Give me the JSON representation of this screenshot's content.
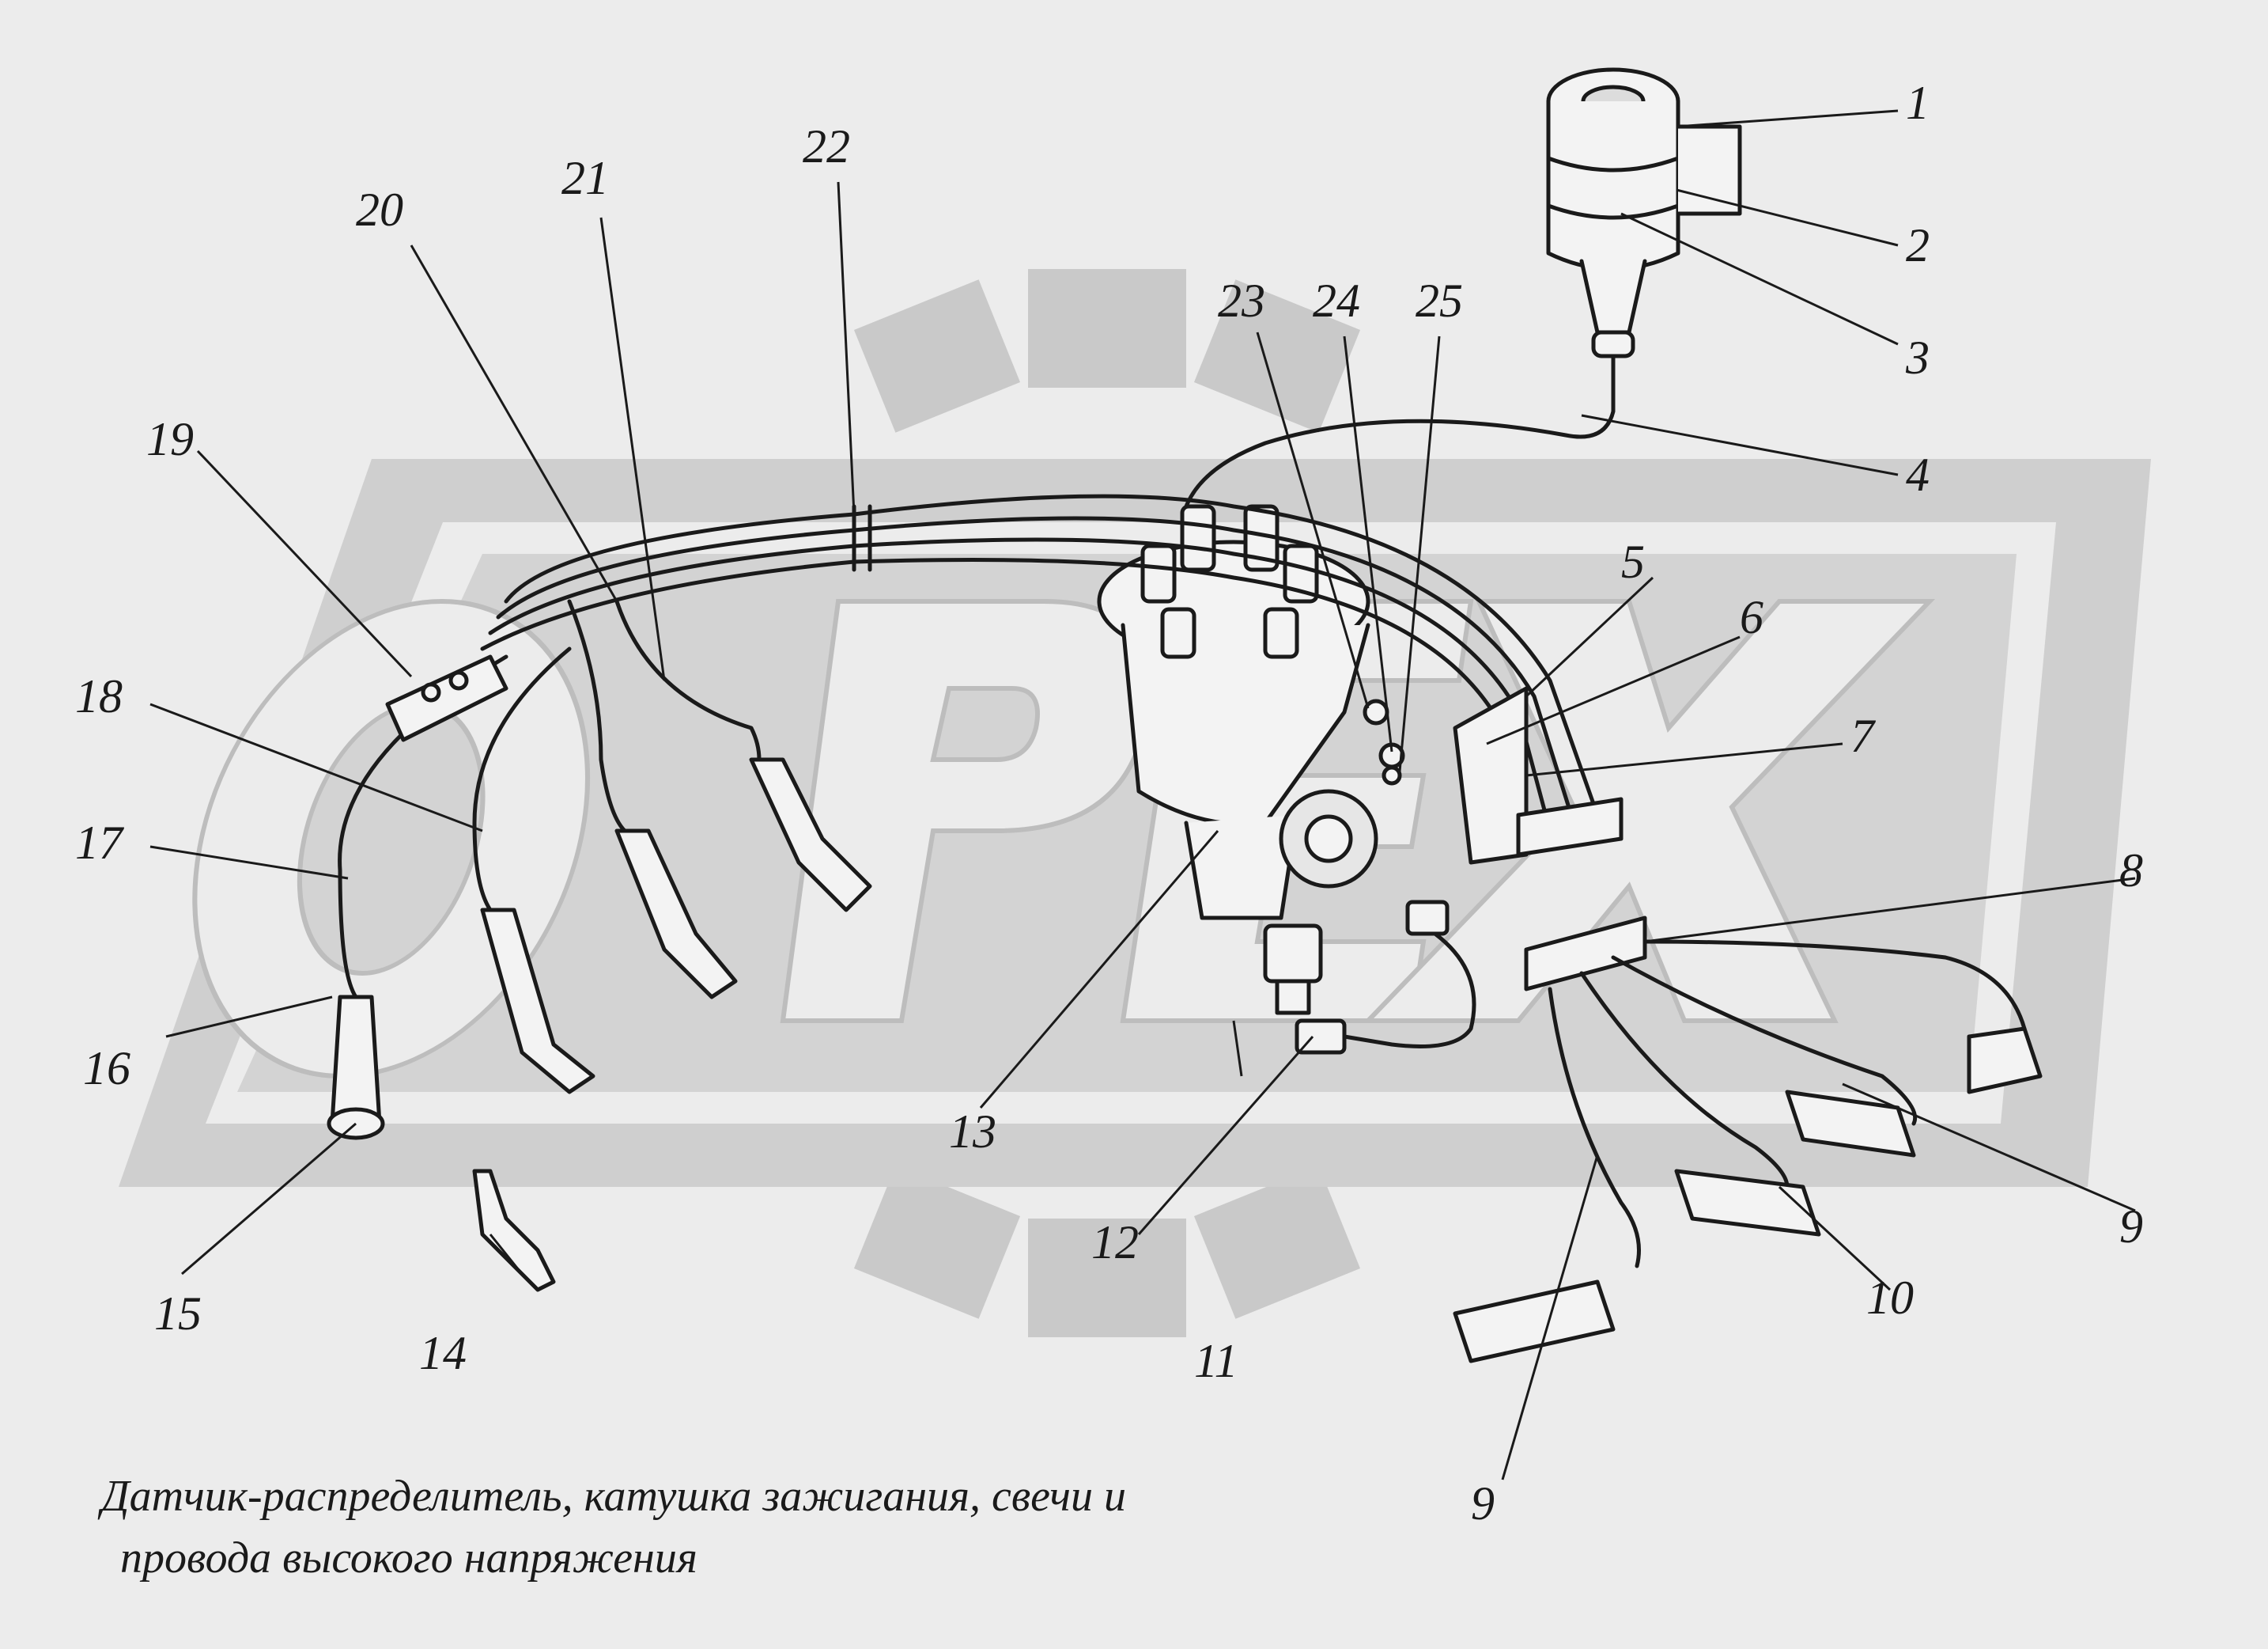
{
  "watermark": {
    "text": "OPEX",
    "color": "#c9c9c9"
  },
  "callouts": [
    "1",
    "2",
    "3",
    "4",
    "5",
    "6",
    "7",
    "8",
    "9",
    "10",
    "11",
    "12",
    "13",
    "14",
    "15",
    "16",
    "17",
    "18",
    "19",
    "20",
    "21",
    "22",
    "23",
    "24",
    "25",
    "9"
  ],
  "caption": {
    "line1": "Датчик-распределитель, катушка зажигания, свечи и",
    "line2": "провода высокого напряжения"
  },
  "colors": {
    "background": "#ececec",
    "ink": "#1a1a1a",
    "watermark": "#c9c9c9"
  }
}
